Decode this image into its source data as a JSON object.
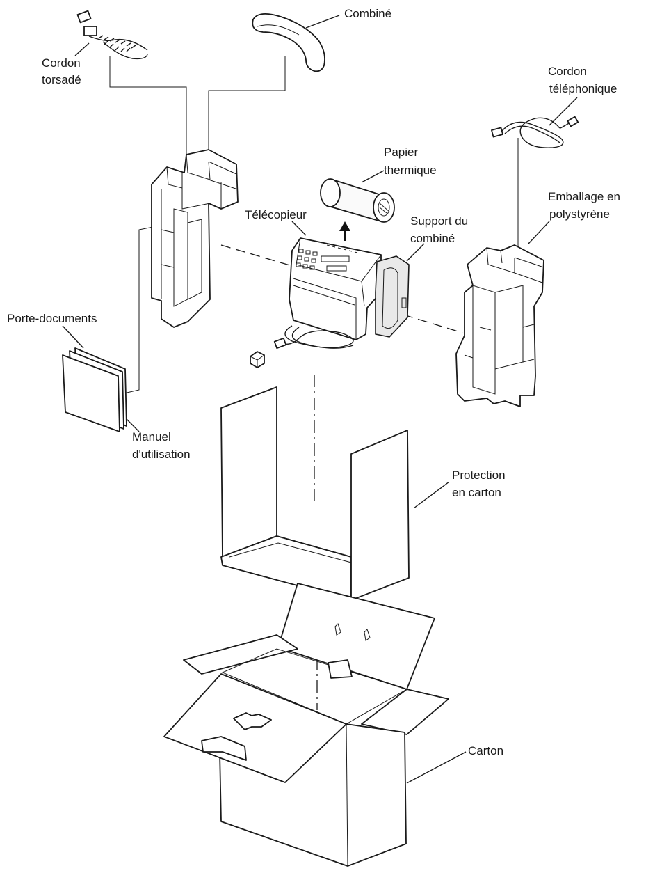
{
  "labels": {
    "combine": "Combiné",
    "cordon_torsade_1": "Cordon",
    "cordon_torsade_2": "torsadé",
    "cordon_tel_1": "Cordon",
    "cordon_tel_2": "téléphonique",
    "papier_1": "Papier",
    "papier_2": "thermique",
    "telecopieur": "Télécopieur",
    "support_1": "Support du",
    "support_2": "combiné",
    "emballage_1": "Emballage en",
    "emballage_2": "polystyrène",
    "porte_documents": "Porte-documents",
    "manuel_1": "Manuel",
    "manuel_2": "d'utilisation",
    "protection_1": "Protection",
    "protection_2": "en carton",
    "carton": "Carton"
  }
}
